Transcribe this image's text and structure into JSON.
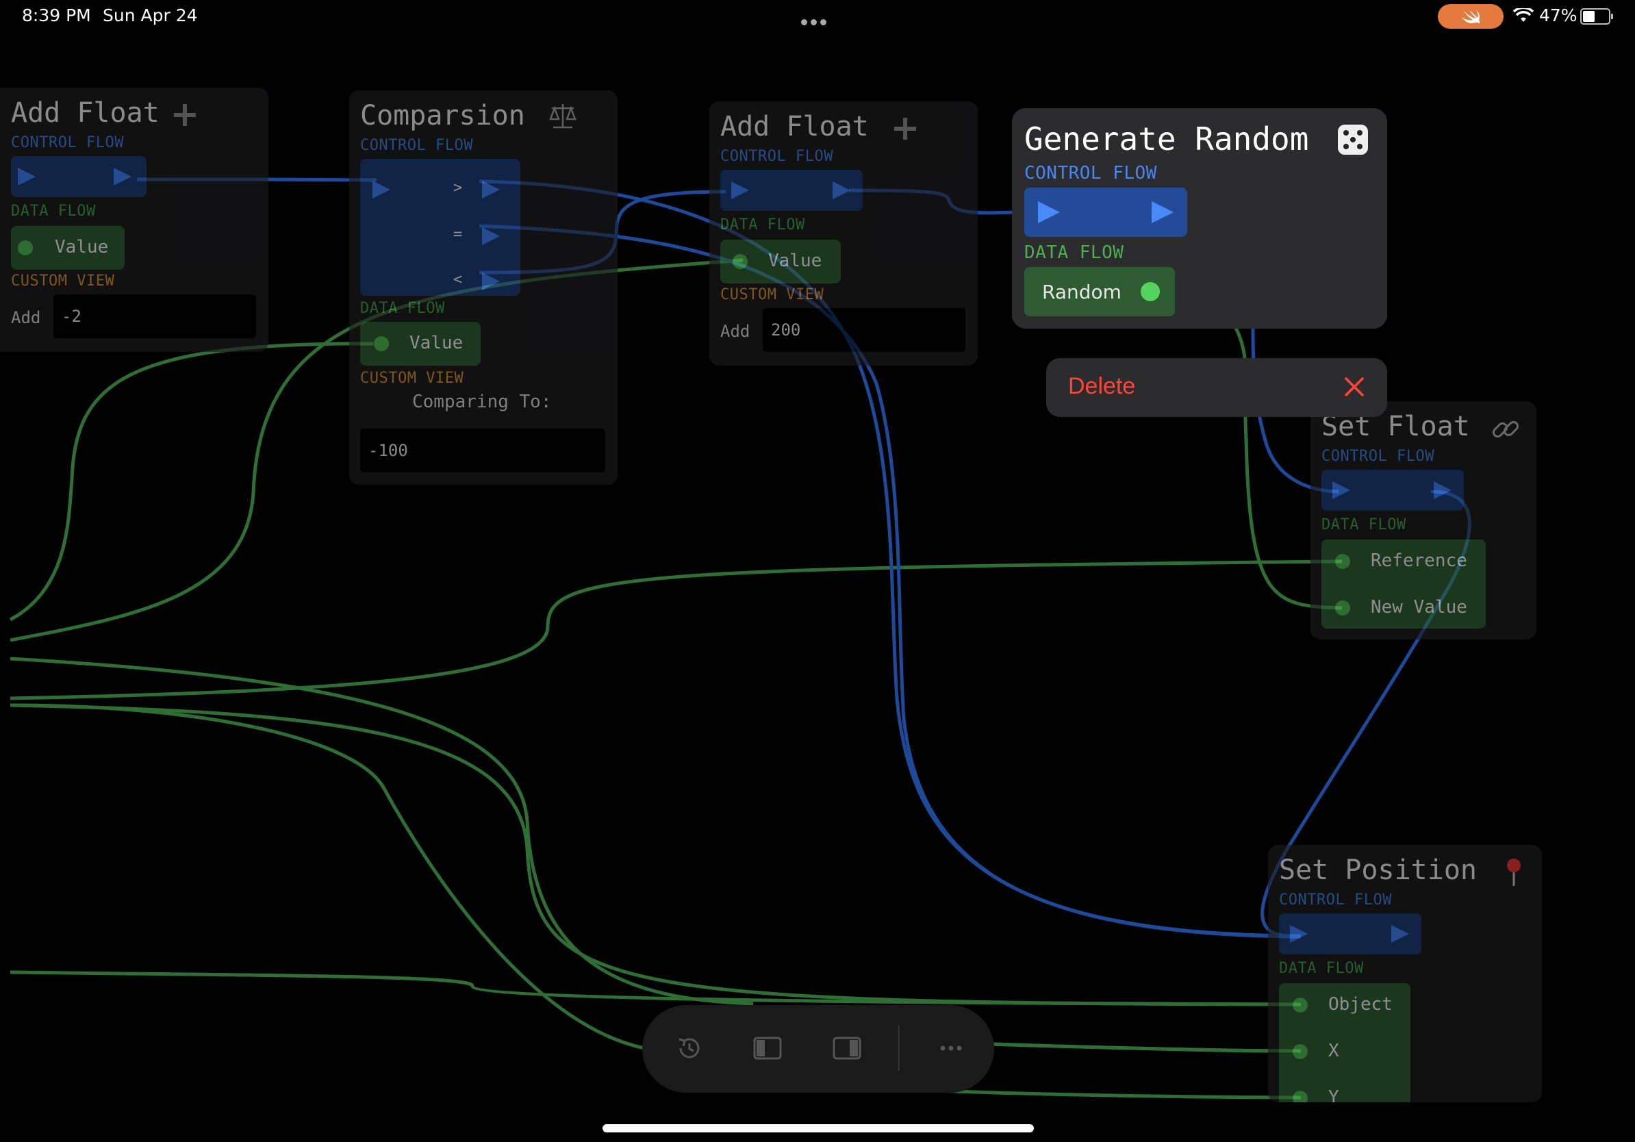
{
  "status_bar": {
    "time": "8:39 PM",
    "date": "Sun Apr 24",
    "battery": "47%"
  },
  "labels": {
    "control_flow": "CONTROL FLOW",
    "data_flow": "DATA FLOW",
    "custom_view": "CUSTOM VIEW",
    "add": "Add"
  },
  "nodes": {
    "add_float_1": {
      "title": "Add Float",
      "data_label": "Value",
      "add_value": "-2"
    },
    "comparison": {
      "title": "Comparsion",
      "ops": [
        ">",
        "=",
        "<"
      ],
      "data_label": "Value",
      "comparing_label": "Comparing To:",
      "compare_value": "-100"
    },
    "add_float_2": {
      "title": "Add Float",
      "data_label": "Value",
      "add_value": "200"
    },
    "generate_random": {
      "title": "Generate Random",
      "data_label": "Random"
    },
    "set_float": {
      "title": "Set Float",
      "data_labels": [
        "Reference",
        "New Value"
      ]
    },
    "set_position": {
      "title": "Set Position",
      "data_labels": [
        "Object",
        "X",
        "Y"
      ]
    }
  },
  "context_menu": {
    "delete_label": "Delete"
  },
  "toolbar": {
    "items": [
      "undo-icon",
      "sidebar-left-icon",
      "sidebar-right-icon",
      "more-icon"
    ]
  },
  "colors": {
    "control": "#3c7ae8",
    "data": "#4caf50",
    "wire_control": "#1f4a9a",
    "wire_data": "#2f6f35",
    "delete": "#ff453a"
  }
}
